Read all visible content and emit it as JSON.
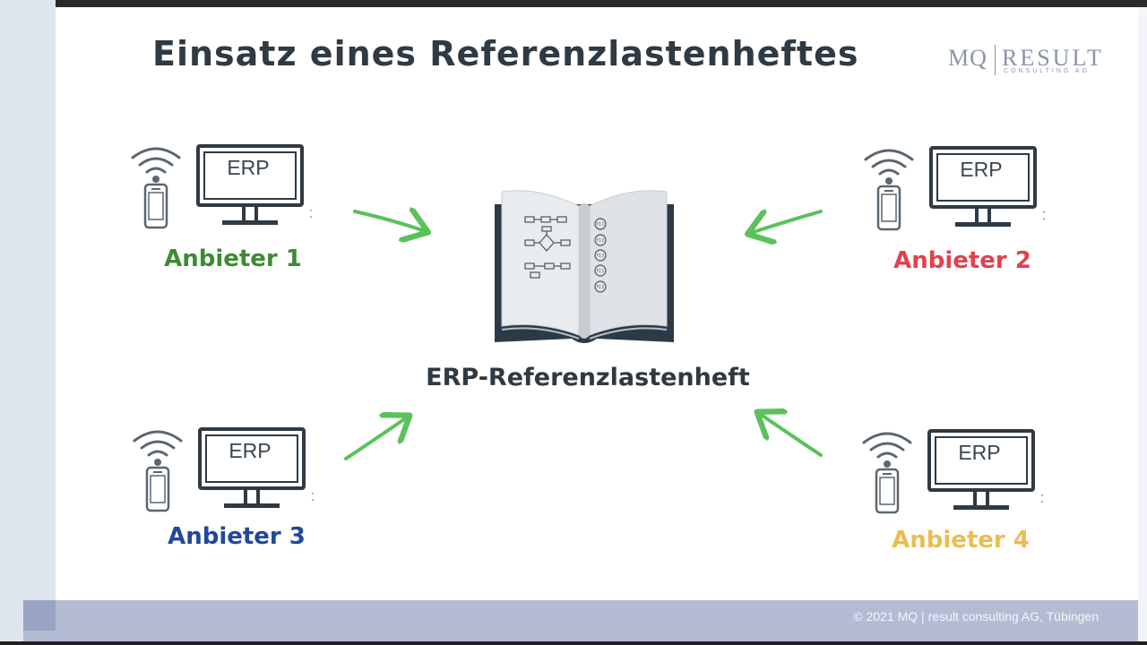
{
  "slide": {
    "title": "Einsatz eines Referenzlastenheftes",
    "logo": {
      "mark": "MQ",
      "name": "RESULT",
      "subtitle": "CONSULTING AG"
    },
    "footer": "© 2021 MQ | result consulting AG, Tübingen"
  },
  "diagram": {
    "center": {
      "label": "ERP-Referenzlastenheft",
      "icon": "open-book-icon"
    },
    "arrow_color": "#5cc15a",
    "vendors": [
      {
        "id": "1",
        "screen_text": "ERP",
        "label": "Anbieter 1",
        "color": "#3e8a35"
      },
      {
        "id": "2",
        "screen_text": "ERP",
        "label": "Anbieter 2",
        "color": "#e0424f"
      },
      {
        "id": "3",
        "screen_text": "ERP",
        "label": "Anbieter 3",
        "color": "#23479a"
      },
      {
        "id": "4",
        "screen_text": "ERP",
        "label": "Anbieter 4",
        "color": "#ebbd4e"
      }
    ],
    "book_page_refs": [
      "F1.1",
      "F1.2",
      "F1.3",
      "F2.1",
      "F2.2"
    ]
  }
}
